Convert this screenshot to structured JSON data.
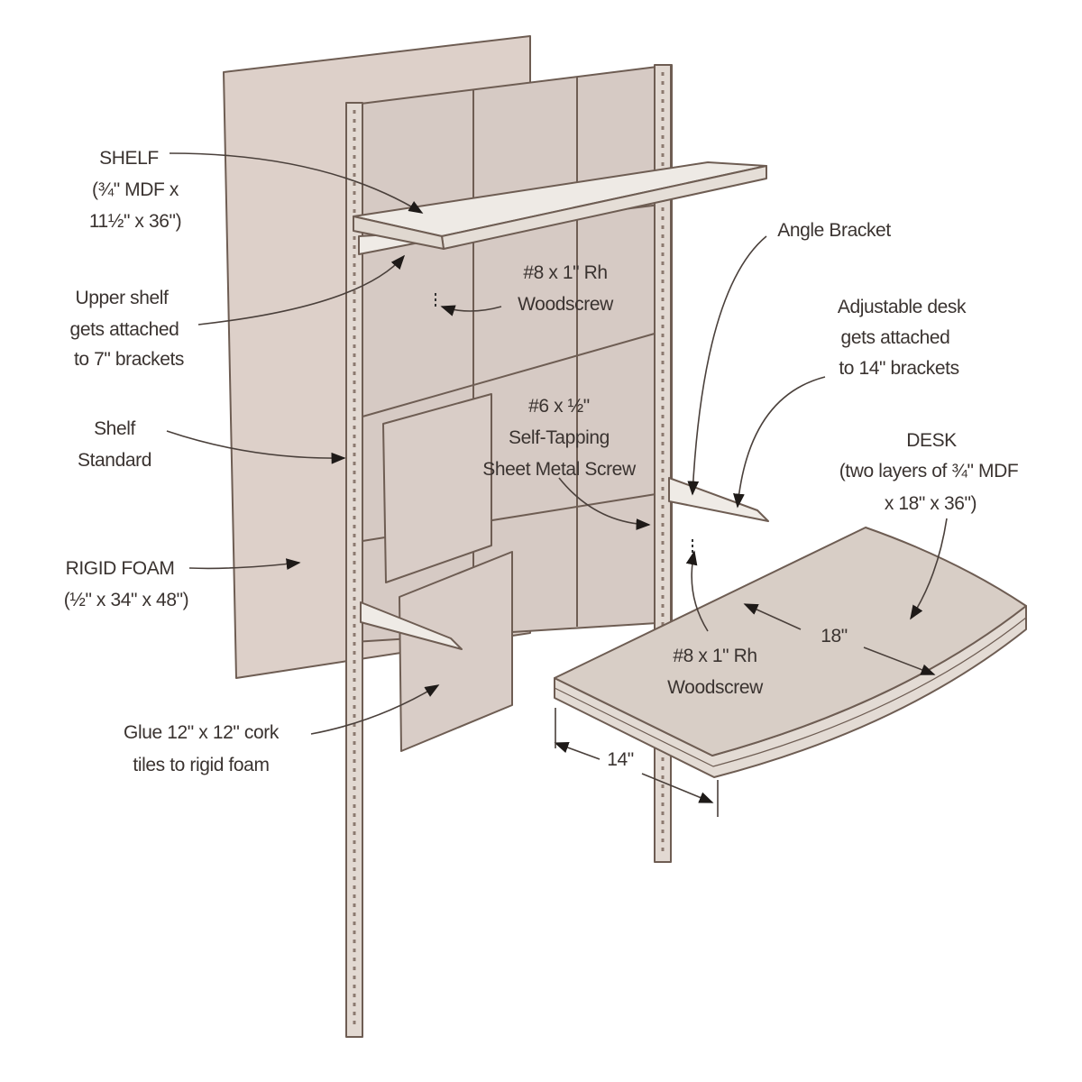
{
  "title": "Wall-mounted cork board with shelf and adjustable desk",
  "colors": {
    "panel": "#ddd0c9",
    "cork": "#d6cac4",
    "board": "#ece7e1",
    "outline": "#6e5d53",
    "text": "#3a3330"
  },
  "labels": {
    "shelf": [
      "SHELF",
      "(¾\" MDF x",
      "11½\" x 36\")"
    ],
    "upper_shelf": [
      "Upper shelf",
      "gets attached",
      "to 7\" brackets"
    ],
    "shelf_standard": [
      "Shelf",
      "Standard"
    ],
    "rigid_foam": [
      "RIGID FOAM",
      "(½\" x 34\" x 48\")"
    ],
    "cork_tiles": [
      "Glue 12\" x 12\" cork",
      "tiles to rigid foam"
    ],
    "woodscrew_upper": [
      "#8 x 1\" Rh",
      "Woodscrew"
    ],
    "sheet_metal_screw": [
      "#6 x ½\"",
      "Self-Tapping",
      "Sheet Metal Screw"
    ],
    "angle_bracket": [
      "Angle Bracket"
    ],
    "adjustable_desk": [
      "Adjustable desk",
      "gets attached",
      "to 14\" brackets"
    ],
    "desk": [
      "DESK",
      "(two layers of ¾\" MDF",
      "x 18\" x 36\")"
    ],
    "desk_depth": "18\"",
    "woodscrew_lower": [
      "#8 x 1\" Rh",
      "Woodscrew"
    ],
    "desk_width": "14\""
  }
}
